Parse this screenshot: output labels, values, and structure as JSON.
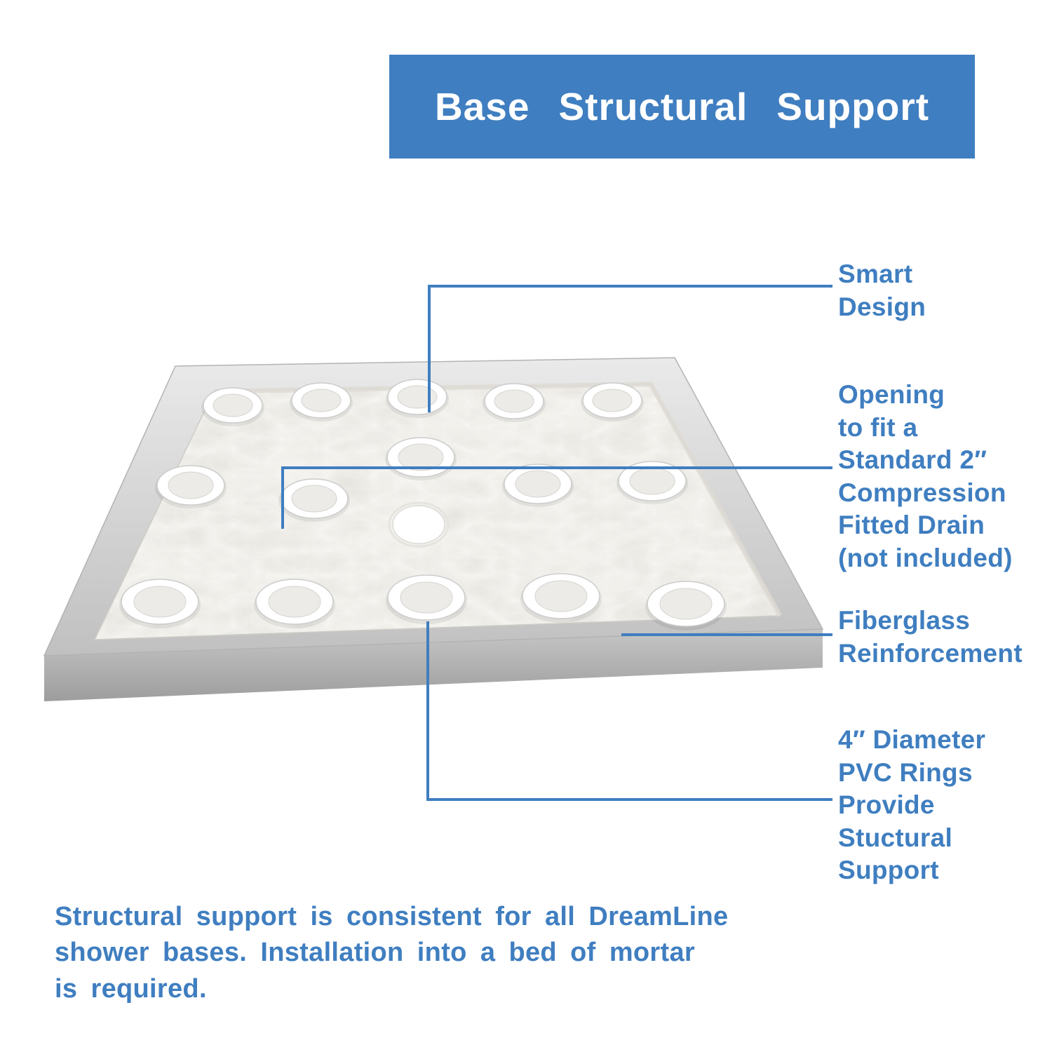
{
  "colors": {
    "accent_blue": "#3f7ec0",
    "base_surface": "#f7f6f2",
    "base_rim_gray": "#c2c2c2"
  },
  "title": "Base Structural Support",
  "callouts": {
    "smart_design": "Smart\nDesign",
    "drain_opening": "Opening\nto fit a\nStandard 2″\nCompression\nFitted Drain\n(not included)",
    "fiberglass": "Fiberglass\nReinforcement",
    "pvc_rings": "4″ Diameter\nPVC Rings\nProvide\nStuctural\nSupport"
  },
  "footer": "Structural support is consistent for all DreamLine\nshower bases. Installation into a bed of mortar\nis required."
}
